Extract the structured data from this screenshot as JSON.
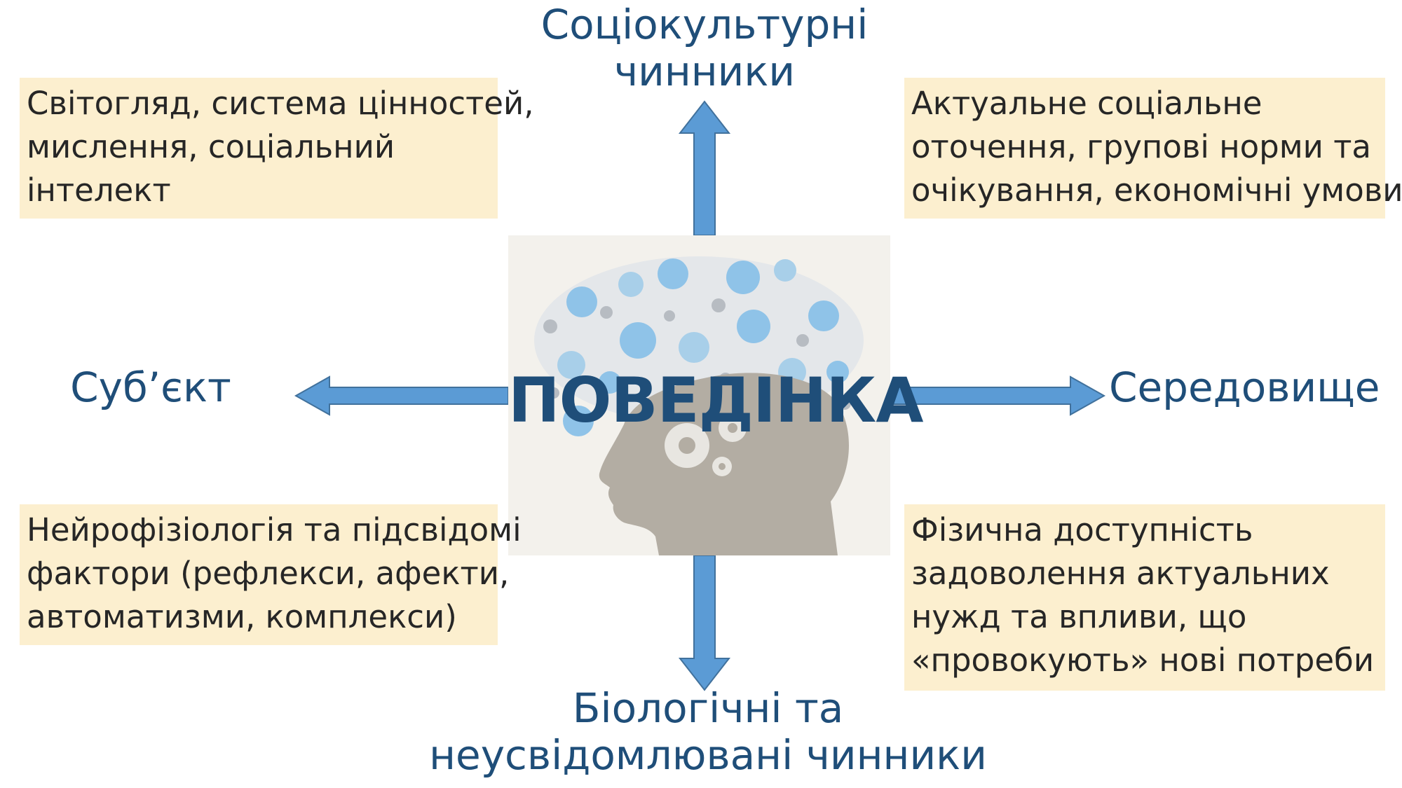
{
  "center": {
    "title": "ПОВЕДІНКА"
  },
  "axes": {
    "top": [
      "Соціокультурні",
      "чинники"
    ],
    "left": "Суб’єкт",
    "right": "Середовище",
    "bottom": [
      "Біологічні та",
      "неусвідомлювані чинники"
    ]
  },
  "notes": {
    "top_left": [
      "Світогляд, система цінностей,",
      "мислення, соціальний",
      "інтелект"
    ],
    "top_right": [
      "Актуальне соціальне",
      "оточення, групові норми та",
      "очікування, економічні умови"
    ],
    "bottom_left": [
      "Нейрофізіологія та підсвідомі",
      "фактори (рефлекси, афекти,",
      "автоматизми, комплекси)"
    ],
    "bottom_right": [
      "Фізична доступність",
      "задоволення  актуальних",
      "нужд та впливи, що",
      "«провокують» нові потреби"
    ]
  },
  "colors": {
    "label": "#1f4e79",
    "arrow_fill": "#5b9bd5",
    "arrow_stroke": "#41719c",
    "note_bg": "#fcefcf"
  },
  "icons": [
    "human-head-silhouette",
    "gear-icon",
    "science-icons-cloud"
  ]
}
